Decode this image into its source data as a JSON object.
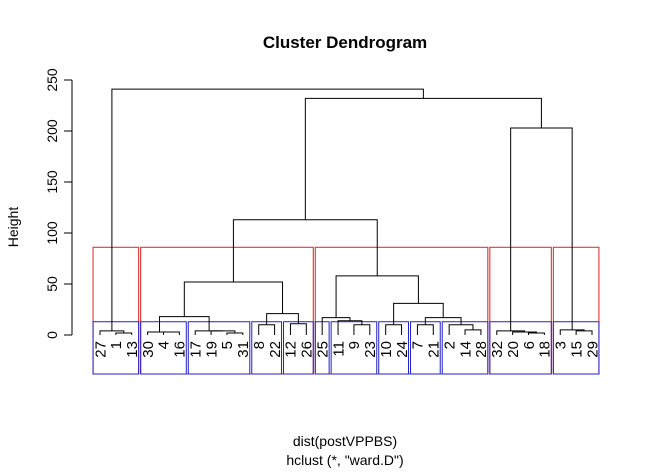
{
  "chart_data": {
    "type": "dendrogram",
    "title": "Cluster Dendrogram",
    "ylabel": "Height",
    "xlabel": "dist(postVPPBS)",
    "sublabel": "hclust (*, \"ward.D\")",
    "ylim": [
      0,
      250
    ],
    "yticks": [
      0,
      50,
      100,
      150,
      200,
      250
    ],
    "leaves": [
      "27",
      "1",
      "13",
      "30",
      "4",
      "16",
      "17",
      "19",
      "5",
      "31",
      "8",
      "22",
      "12",
      "26",
      "25",
      "11",
      "9",
      "23",
      "10",
      "24",
      "7",
      "21",
      "2",
      "14",
      "28",
      "32",
      "20",
      "6",
      "18",
      "3",
      "15",
      "29"
    ],
    "merges": [
      {
        "id": "a",
        "left": "13",
        "right": "1",
        "height": 2
      },
      {
        "id": "b",
        "left": "27",
        "right": "a",
        "height": 4
      },
      {
        "id": "c",
        "left": "4",
        "right": "16",
        "height": 3
      },
      {
        "id": "d",
        "left": "30",
        "right": "c",
        "height": 3
      },
      {
        "id": "e",
        "left": "5",
        "right": "31",
        "height": 2
      },
      {
        "id": "f",
        "left": "19",
        "right": "e",
        "height": 4
      },
      {
        "id": "g",
        "left": "17",
        "right": "f",
        "height": 4
      },
      {
        "id": "h",
        "left": "d",
        "right": "g",
        "height": 18
      },
      {
        "id": "i",
        "left": "8",
        "right": "22",
        "height": 10
      },
      {
        "id": "j",
        "left": "12",
        "right": "26",
        "height": 11
      },
      {
        "id": "k",
        "left": "i",
        "right": "j",
        "height": 21
      },
      {
        "id": "l",
        "left": "h",
        "right": "k",
        "height": 52
      },
      {
        "id": "m",
        "left": "9",
        "right": "23",
        "height": 10
      },
      {
        "id": "n",
        "left": "11",
        "right": "m",
        "height": 14
      },
      {
        "id": "o",
        "left": "25",
        "right": "n",
        "height": 17
      },
      {
        "id": "p",
        "left": "10",
        "right": "24",
        "height": 10
      },
      {
        "id": "q",
        "left": "7",
        "right": "21",
        "height": 10
      },
      {
        "id": "r",
        "left": "14",
        "right": "28",
        "height": 5
      },
      {
        "id": "s",
        "left": "2",
        "right": "r",
        "height": 10
      },
      {
        "id": "t",
        "left": "q",
        "right": "s",
        "height": 17
      },
      {
        "id": "u",
        "left": "p",
        "right": "t",
        "height": 31
      },
      {
        "id": "v",
        "left": "o",
        "right": "u",
        "height": 58
      },
      {
        "id": "w",
        "left": "l",
        "right": "v",
        "height": 113
      },
      {
        "id": "x",
        "left": "6",
        "right": "18",
        "height": 2
      },
      {
        "id": "y",
        "left": "20",
        "right": "x",
        "height": 3
      },
      {
        "id": "z",
        "left": "32",
        "right": "y",
        "height": 4
      },
      {
        "id": "aa",
        "left": "15",
        "right": "29",
        "height": 4
      },
      {
        "id": "ab",
        "left": "3",
        "right": "aa",
        "height": 5
      },
      {
        "id": "ac",
        "left": "z",
        "right": "ab",
        "height": 203
      },
      {
        "id": "ad",
        "left": "w",
        "right": "ac",
        "height": 232
      },
      {
        "id": "ae",
        "left": "b",
        "right": "ad",
        "height": 241
      }
    ],
    "cluster_boxes": [
      {
        "color": "#dd2222",
        "cut_height": 86,
        "first_leaf": "27",
        "last_leaf": "13"
      },
      {
        "color": "#dd2222",
        "cut_height": 86,
        "first_leaf": "30",
        "last_leaf": "26"
      },
      {
        "color": "#dd2222",
        "cut_height": 86,
        "first_leaf": "25",
        "last_leaf": "28"
      },
      {
        "color": "#dd2222",
        "cut_height": 86,
        "first_leaf": "32",
        "last_leaf": "18"
      },
      {
        "color": "#dd2222",
        "cut_height": 86,
        "first_leaf": "3",
        "last_leaf": "29"
      },
      {
        "color": "#2222cc",
        "cut_height": 13,
        "first_leaf": "27",
        "last_leaf": "13"
      },
      {
        "color": "#2222cc",
        "cut_height": 13,
        "first_leaf": "30",
        "last_leaf": "16"
      },
      {
        "color": "#2222cc",
        "cut_height": 13,
        "first_leaf": "17",
        "last_leaf": "31"
      },
      {
        "color": "#2222cc",
        "cut_height": 13,
        "first_leaf": "8",
        "last_leaf": "22"
      },
      {
        "color": "#2222cc",
        "cut_height": 13,
        "first_leaf": "12",
        "last_leaf": "26"
      },
      {
        "color": "#2222cc",
        "cut_height": 13,
        "first_leaf": "25",
        "last_leaf": "25"
      },
      {
        "color": "#2222cc",
        "cut_height": 13,
        "first_leaf": "11",
        "last_leaf": "23"
      },
      {
        "color": "#2222cc",
        "cut_height": 13,
        "first_leaf": "10",
        "last_leaf": "24"
      },
      {
        "color": "#2222cc",
        "cut_height": 13,
        "first_leaf": "7",
        "last_leaf": "21"
      },
      {
        "color": "#2222cc",
        "cut_height": 13,
        "first_leaf": "2",
        "last_leaf": "28"
      },
      {
        "color": "#2222cc",
        "cut_height": 13,
        "first_leaf": "32",
        "last_leaf": "18"
      },
      {
        "color": "#2222cc",
        "cut_height": 13,
        "first_leaf": "3",
        "last_leaf": "29"
      }
    ]
  }
}
